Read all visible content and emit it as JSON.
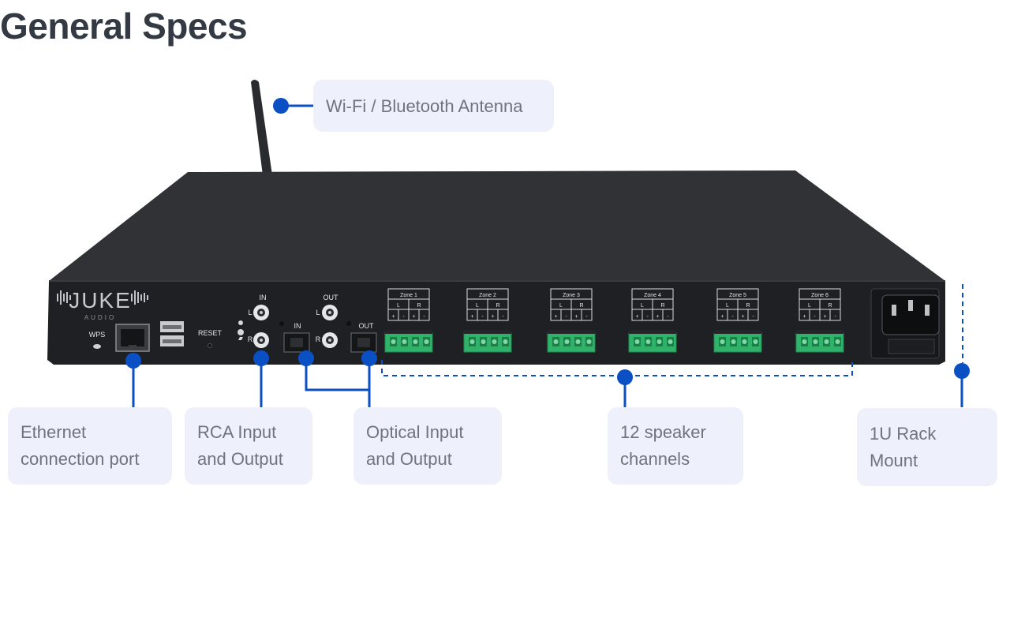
{
  "page": {
    "title": "General Specs"
  },
  "device": {
    "brand": "JUKE",
    "brand_sub": "AUDIO",
    "port_labels": {
      "wps": "WPS",
      "reset": "RESET",
      "rca_in": "IN",
      "rca_out": "OUT",
      "optical_in": "IN",
      "optical_out": "OUT",
      "left": "L",
      "right": "R"
    },
    "zones": [
      {
        "name": "Zone 1",
        "lr": [
          "L",
          "R"
        ],
        "polarity": [
          "+",
          "-",
          "+",
          "-"
        ]
      },
      {
        "name": "Zone 2",
        "lr": [
          "L",
          "R"
        ],
        "polarity": [
          "+",
          "-",
          "+",
          "-"
        ]
      },
      {
        "name": "Zone 3",
        "lr": [
          "L",
          "R"
        ],
        "polarity": [
          "+",
          "-",
          "+",
          "-"
        ]
      },
      {
        "name": "Zone 4",
        "lr": [
          "L",
          "R"
        ],
        "polarity": [
          "+",
          "-",
          "+",
          "-"
        ]
      },
      {
        "name": "Zone 5",
        "lr": [
          "L",
          "R"
        ],
        "polarity": [
          "+",
          "-",
          "+",
          "-"
        ]
      },
      {
        "name": "Zone 6",
        "lr": [
          "L",
          "R"
        ],
        "polarity": [
          "+",
          "-",
          "+",
          "-"
        ]
      }
    ]
  },
  "callouts": {
    "antenna": {
      "text": "Wi-Fi / Bluetooth Antenna"
    },
    "ethernet": {
      "line1": "Ethernet",
      "line2": "connection port"
    },
    "rca": {
      "line1": "RCA Input",
      "line2": "and Output"
    },
    "optical": {
      "line1": "Optical Input",
      "line2": "and Output"
    },
    "speakers": {
      "line1": "12 speaker",
      "line2": "channels"
    },
    "rack": {
      "line1": "1U Rack",
      "line2": "Mount"
    }
  },
  "colors": {
    "accent": "#0a4fc4",
    "chassis": "#2b2c2f",
    "chassis_front": "#1f2023",
    "terminal": "#2fb26a",
    "callout_bg": "#eef0fb",
    "callout_text": "#6f7480",
    "title": "#333a44"
  }
}
